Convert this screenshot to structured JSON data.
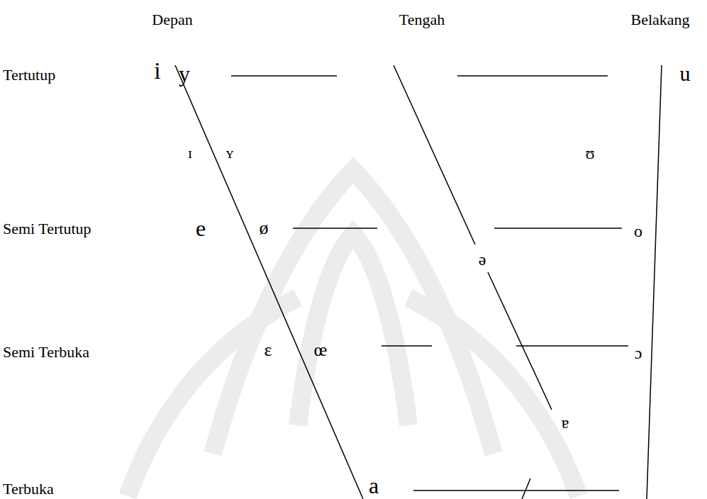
{
  "diagram": {
    "labels": [
      "Depan",
      "Tengah",
      "Belakang",
      "Tertutup",
      "Semi Tertutup",
      "Semi Terbuka",
      "Terbuka",
      "i",
      "y",
      "u",
      "ɪ",
      "ʏ",
      "ʊ",
      "e",
      "ø",
      "o",
      "ə",
      "ɛ",
      "œ",
      "ɔ",
      "ɐ",
      "a"
    ]
  }
}
